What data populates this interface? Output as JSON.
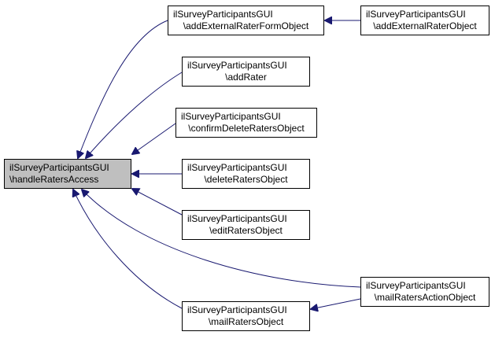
{
  "nodes": [
    {
      "id": "handle",
      "line1": "ilSurveyParticipantsGUI",
      "line2": "\\handleRatersAccess"
    },
    {
      "id": "addExtForm",
      "line1": "ilSurveyParticipantsGUI",
      "line2": "\\addExternalRaterFormObject"
    },
    {
      "id": "addExt",
      "line1": "ilSurveyParticipantsGUI",
      "line2": "\\addExternalRaterObject"
    },
    {
      "id": "addRater",
      "line1": "ilSurveyParticipantsGUI",
      "line2": "\\addRater"
    },
    {
      "id": "confirmDel",
      "line1": "ilSurveyParticipantsGUI",
      "line2": "\\confirmDeleteRatersObject"
    },
    {
      "id": "deleteRaters",
      "line1": "ilSurveyParticipantsGUI",
      "line2": "\\deleteRatersObject"
    },
    {
      "id": "editRaters",
      "line1": "ilSurveyParticipantsGUI",
      "line2": "\\editRatersObject"
    },
    {
      "id": "mailAction",
      "line1": "ilSurveyParticipantsGUI",
      "line2": "\\mailRatersActionObject"
    },
    {
      "id": "mailRaters",
      "line1": "ilSurveyParticipantsGUI",
      "line2": "\\mailRatersObject"
    }
  ],
  "edges": [
    {
      "from": "addExtForm",
      "to": "handle"
    },
    {
      "from": "addExt",
      "to": "addExtForm"
    },
    {
      "from": "addRater",
      "to": "handle"
    },
    {
      "from": "confirmDel",
      "to": "handle"
    },
    {
      "from": "deleteRaters",
      "to": "handle"
    },
    {
      "from": "editRaters",
      "to": "handle"
    },
    {
      "from": "mailAction",
      "to": "handle"
    },
    {
      "from": "mailAction",
      "to": "mailRaters"
    },
    {
      "from": "mailRaters",
      "to": "handle"
    }
  ],
  "colors": {
    "edge": "#191970",
    "focus_fill": "#bfbfbf",
    "node_fill": "#ffffff",
    "border": "#000000"
  }
}
